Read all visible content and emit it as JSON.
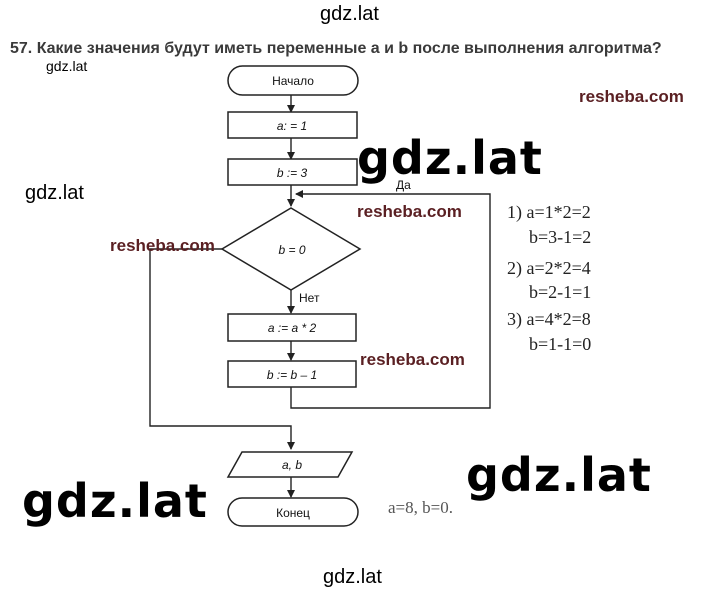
{
  "watermarks": {
    "top": "gdz.lat",
    "small_left": "gdz.lat",
    "left_mid": "gdz.lat",
    "big_center": "gdz.lat",
    "big_right": "gdz.lat",
    "big_left": "gdz.lat",
    "bottom": "gdz.lat",
    "resheba": "resheba.com"
  },
  "question": "57. Какие значения будут иметь переменные a и b после выполнения алгоритма?",
  "flowchart": {
    "start": "Начало",
    "assign_a": "a: = 1",
    "assign_b": "b := 3",
    "condition": "b = 0",
    "yes_label": "Да",
    "no_label": "Нет",
    "update_a": "a := a * 2",
    "update_b": "b := b – 1",
    "output": "a, b",
    "end": "Конец"
  },
  "solution": {
    "lines": [
      "1) a=1*2=2",
      "b=3-1=2",
      "2) a=2*2=4",
      "b=2-1=1",
      "3) a=4*2=8",
      "b=1-1=0"
    ],
    "answer": "a=8,  b=0."
  }
}
